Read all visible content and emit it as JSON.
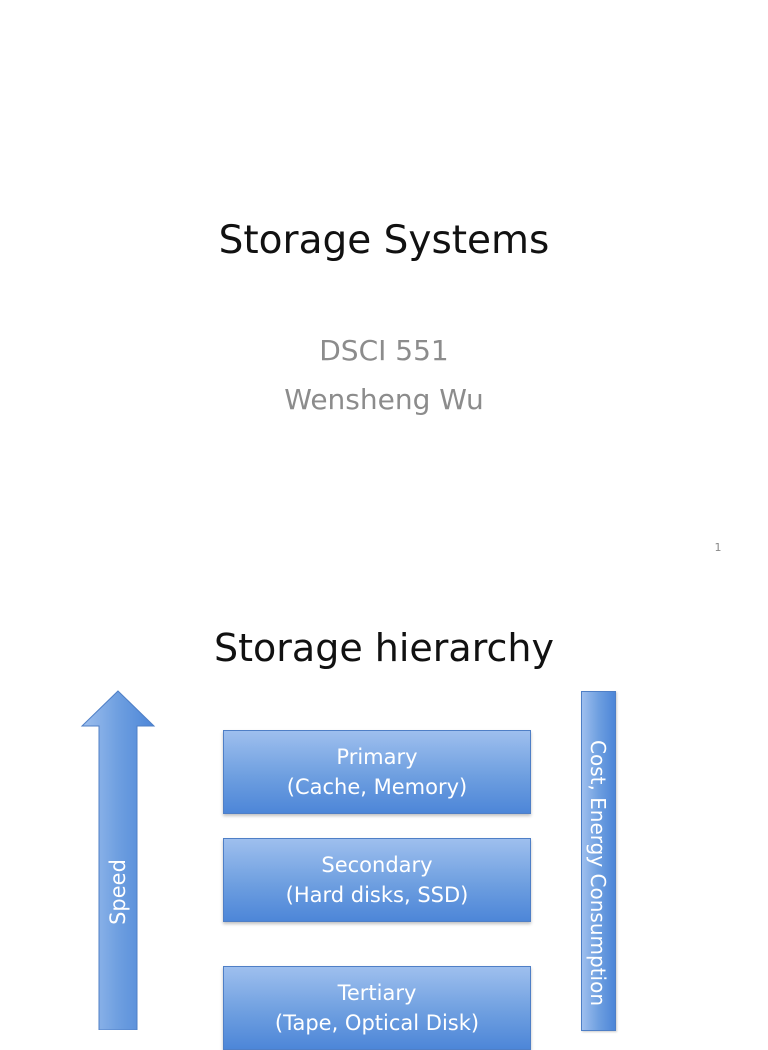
{
  "slide1": {
    "title": "Storage Systems",
    "course": "DSCI 551",
    "author": "Wensheng Wu",
    "page_number": "1"
  },
  "slide2": {
    "title": "Storage hierarchy",
    "speed_label": "Speed",
    "cost_label": "Cost, Energy Consumption",
    "tiers": [
      {
        "name": "Primary",
        "detail": "(Cache, Memory)"
      },
      {
        "name": "Secondary",
        "detail": "(Hard disks, SSD)"
      },
      {
        "name": "Tertiary",
        "detail": "(Tape, Optical Disk)"
      }
    ]
  },
  "colors": {
    "box_light": "#9ebfee",
    "box_dark": "#4d86d8",
    "box_border": "#4f7fc6",
    "subtitle_gray": "#8c8c8c"
  }
}
